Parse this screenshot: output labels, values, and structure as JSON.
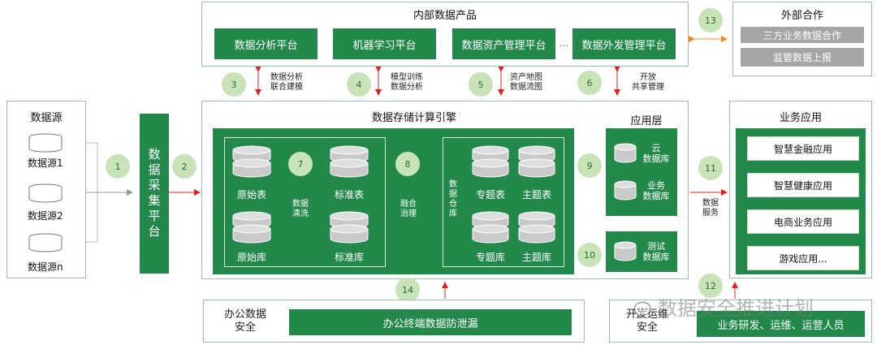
{
  "internal": {
    "title": "内部数据产品",
    "products": [
      "数据分析平台",
      "机器学习平台",
      "数据资产管理平台",
      "数据外发管理平台"
    ],
    "ellipsis": "..."
  },
  "external": {
    "title": "外部合作",
    "items": [
      "三方业务数据合作",
      "监管数据上报"
    ]
  },
  "datasource": {
    "title": "数据源",
    "items": [
      "数据源1",
      "数据源2",
      "数据源n"
    ]
  },
  "collection": {
    "label": "数据采集平台"
  },
  "engine": {
    "title": "数据存储计算引擎",
    "raw_table": "原始表",
    "raw_lib": "原始库",
    "std_table": "标准表",
    "std_lib": "标准库",
    "clean_label": "数据\n清洗",
    "fusion_label": "融合\n治理",
    "warehouse_label": "数据仓库",
    "topic_table": "专题表",
    "subject_table": "主题表",
    "topic_lib": "专题库",
    "subject_lib": "主题库"
  },
  "app_layer": {
    "title": "应用层",
    "cloud_db": "云\n数据库",
    "biz_db": "业务\n数据库",
    "test_db": "测试\n数据库"
  },
  "business": {
    "title": "业务应用",
    "items": [
      "智慧金融应用",
      "智慧健康应用",
      "电商业务应用",
      "游戏应用..."
    ]
  },
  "data_service": "数据\n服务",
  "annotations": {
    "a3": "数据分析\n联合建模",
    "a4": "模型训练\n数据分析",
    "a5": "资产地图\n数据流图",
    "a6": "开放\n共享管理"
  },
  "circles": [
    "1",
    "2",
    "3",
    "4",
    "5",
    "6",
    "7",
    "8",
    "9",
    "10",
    "11",
    "12",
    "13",
    "14"
  ],
  "office": {
    "title": "办公数据\n安全",
    "item": "办公终端数据防泄漏"
  },
  "devops": {
    "title": "开发运维\n安全",
    "item": "业务研发、运维、运营人员"
  },
  "watermark": "数据安全推进计划",
  "colors": {
    "green": "#23894b",
    "light_green": "#c9e3b8",
    "arrow_red": "#e02020",
    "arrow_orange": "#f08a24",
    "gray": "#a5a5a5"
  }
}
